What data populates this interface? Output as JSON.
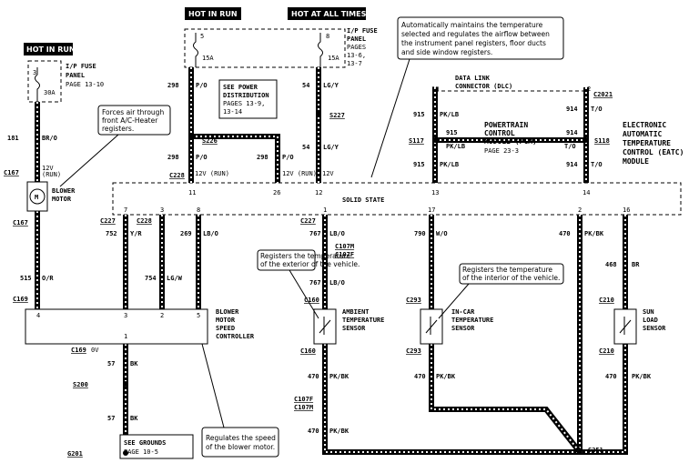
{
  "headers": {
    "hot_run_1": "HOT IN RUN",
    "hot_run_2": "HOT IN RUN",
    "hot_all": "HOT AT ALL TIMES"
  },
  "fuse_panels": {
    "left": {
      "line1": "I/P FUSE",
      "line2": "PANEL",
      "line3": "PAGE 13-10",
      "fuse": "3",
      "amp": "30A"
    },
    "mid": {
      "fuse": "5",
      "amp": "15A"
    },
    "right": {
      "line1": "I/P FUSE",
      "line2": "PANEL",
      "line3": "PAGES",
      "line4": "13-6,",
      "line5": "13-7",
      "fuse": "8",
      "amp": "15A"
    }
  },
  "notes": {
    "power_dist": [
      "SEE POWER",
      "DISTRIBUTION",
      "PAGES 13-9,",
      "13-14"
    ],
    "eatc_auto": [
      "Automatically maintains the temperature",
      "selected and regulates the airflow between",
      "the instrument panel registers, floor ducts",
      "and side window registers."
    ],
    "blower_air": [
      "Forces air through",
      "front A/C-Heater",
      "registers."
    ],
    "ambient": [
      "Registers the temperature",
      "of the exterior of the vehicle."
    ],
    "incar": [
      "Registers the temperature",
      "of the interior of the vehicle."
    ],
    "speed": [
      "Regulates the speed",
      "of the blower motor."
    ],
    "grounds": [
      "SEE GROUNDS",
      "PAGE 10-5"
    ]
  },
  "components": {
    "blower_motor": [
      "BLOWER",
      "MOTOR"
    ],
    "dlc": [
      "DATA LINK",
      "CONNECTOR (DLC)"
    ],
    "pcm": [
      "POWERTRAIN",
      "CONTROL",
      "MODULE (PCM)",
      "PAGE 23-3"
    ],
    "eatc": [
      "ELECTRONIC",
      "AUTOMATIC",
      "TEMPERATURE",
      "CONTROL (EATC)",
      "MODULE"
    ],
    "solid_state": "SOLID STATE",
    "speed_ctrl": [
      "BLOWER",
      "MOTOR",
      "SPEED",
      "CONTROLLER"
    ],
    "ambient_sensor": [
      "AMBIENT",
      "TEMPERATURE",
      "SENSOR"
    ],
    "incar_sensor": [
      "IN-CAR",
      "TEMPERATURE",
      "SENSOR"
    ],
    "sun_sensor": [
      "SUN",
      "LOAD",
      "SENSOR"
    ]
  },
  "connectors": {
    "c167a": "C167",
    "c167b": "C167",
    "c169a": "C169",
    "c169b": "C169",
    "c228a": "C228",
    "c227a": "C227",
    "c228b": "C228",
    "c227b": "C227",
    "c107m_a": "C107M",
    "c107f_a": "C107F",
    "c160a": "C160",
    "c160b": "C160",
    "c293a": "C293",
    "c293b": "C293",
    "c210a": "C210",
    "c210b": "C210",
    "c2021": "C2021",
    "c107f_b": "C107F",
    "c107m_b": "C107M"
  },
  "splices": {
    "s226": "S226",
    "s227": "S227",
    "s117": "S117",
    "s118": "S118",
    "s200": "S200",
    "s251": "S251",
    "g201": "G201"
  },
  "wires": {
    "w181": "181",
    "c181": "BR/O",
    "w298a": "298",
    "c298a": "P/O",
    "w54a": "54",
    "c54a": "LG/Y",
    "w298b": "298",
    "c298b": "P/O",
    "w298c": "298",
    "c298c": "P/O",
    "w54b": "54",
    "c54b": "LG/Y",
    "w915a": "915",
    "c915a": "PK/LB",
    "w915b": "915",
    "c915b": "PK/LB",
    "w915c": "915",
    "c915c": "PK/LB",
    "w914a": "914",
    "c914a": "T/O",
    "w914b": "914",
    "c914b": "T/O",
    "w914c": "914",
    "c914c": "T/O",
    "w752": "752",
    "c752": "Y/R",
    "w269": "269",
    "c269": "LB/O",
    "w767a": "767",
    "c767a": "LB/O",
    "w790": "790",
    "c790": "W/O",
    "w470a": "470",
    "c470a": "PK/BK",
    "w468": "468",
    "c468": "BR",
    "w515": "515",
    "c515": "O/R",
    "w754": "754",
    "c754": "LG/W",
    "w767b": "767",
    "c767b": "LB/O",
    "w57a": "57",
    "c57a": "BK",
    "w57b": "57",
    "c57b": "BK",
    "w470b": "470",
    "c470b": "PK/BK",
    "w470c": "470",
    "c470c": "PK/BK",
    "w470d": "470",
    "c470d": "PK/BK",
    "w470e": "470",
    "c470e": "PK/BK"
  },
  "pins": {
    "p11": "11",
    "p26": "26",
    "p12": "12",
    "p13": "13",
    "p14": "14",
    "p7": "7",
    "p3": "3",
    "p8": "8",
    "p1": "1",
    "p17": "17",
    "p2": "2",
    "p16": "16",
    "p10": "10",
    "p2b": "2",
    "sc4": "4",
    "sc3": "3",
    "sc2": "2",
    "sc5": "5",
    "sc1": "1",
    "run1": "12V",
    "run2": "(RUN)",
    "run3": "12V (RUN)",
    "run4": "12V (RUN)",
    "v12": "12V",
    "v0": "0V"
  }
}
